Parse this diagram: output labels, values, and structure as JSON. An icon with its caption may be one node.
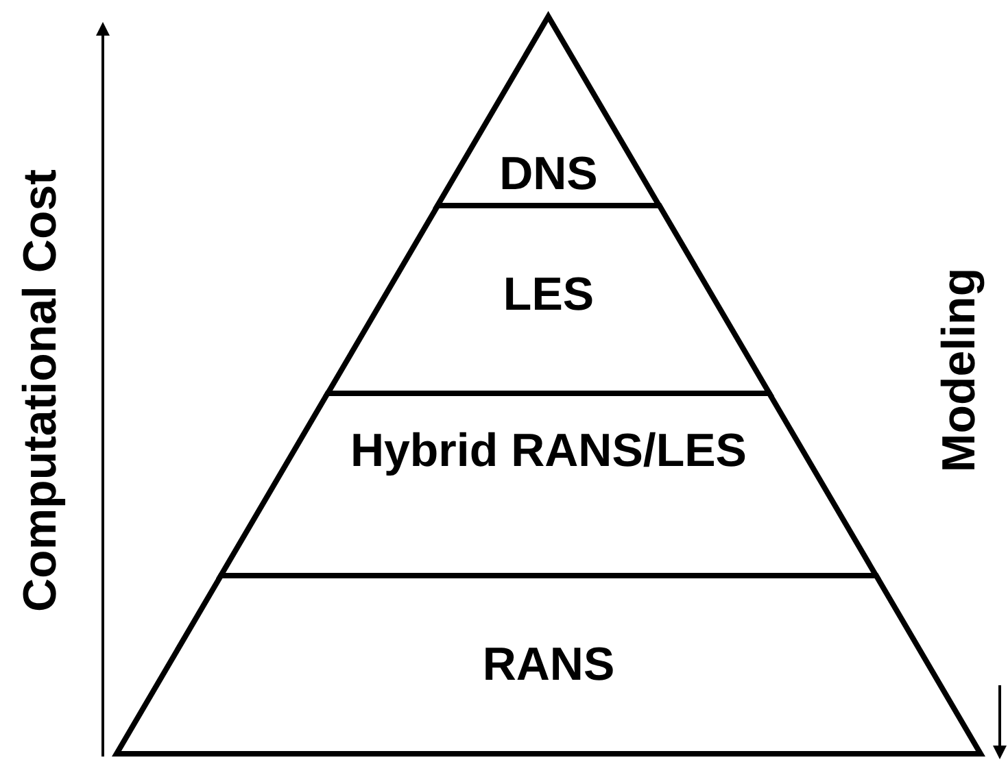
{
  "diagram": {
    "nodes": [
      {
        "text": [
          "DNS"
        ]
      },
      {
        "text": [
          "LES"
        ]
      },
      {
        "text": [
          "Hybrid RANS/LES"
        ]
      },
      {
        "text": [
          "RANS"
        ]
      }
    ],
    "labels": [
      "Computational Cost",
      "Modeling"
    ]
  }
}
